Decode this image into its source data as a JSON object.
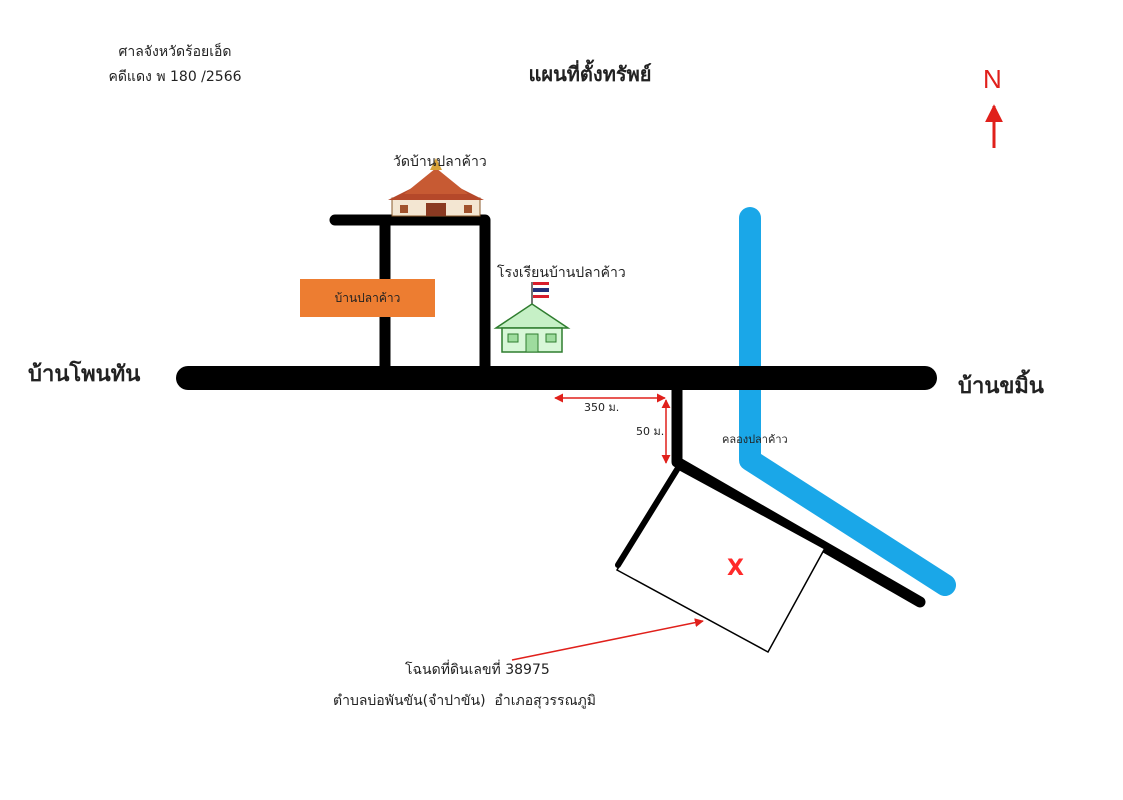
{
  "header": {
    "court_line1": "ศาลจังหวัดร้อยเอ็ด",
    "court_line2": "คดีแดง พ 180 /2566",
    "map_title": "แผนที่ตั้งทรัพย์"
  },
  "compass": {
    "label": "N",
    "color": "#e0201b"
  },
  "places": {
    "temple": "วัดบ้านปลาค้าว",
    "school": "โรงเรียนบ้านปลาค้าว",
    "village": "บ้านปลาค้าว",
    "west_village": "บ้านโพนทัน",
    "east_village": "บ้านขมิ้น",
    "canal": "คลองปลาค้าว"
  },
  "distances": {
    "horizontal": "350 ม.",
    "vertical": "50 ม."
  },
  "property": {
    "marker": "X",
    "deed_line1": "โฉนดที่ดินเลขที่ 38975",
    "deed_line2": "ตำบลบ่อพันขัน(จำปาขัน)  อำเภอสุวรรณภูมิ"
  },
  "colors": {
    "road": "#000000",
    "canal": "#1aa7e8",
    "village_box": "#ed7d31",
    "arrow": "#e0201b"
  }
}
